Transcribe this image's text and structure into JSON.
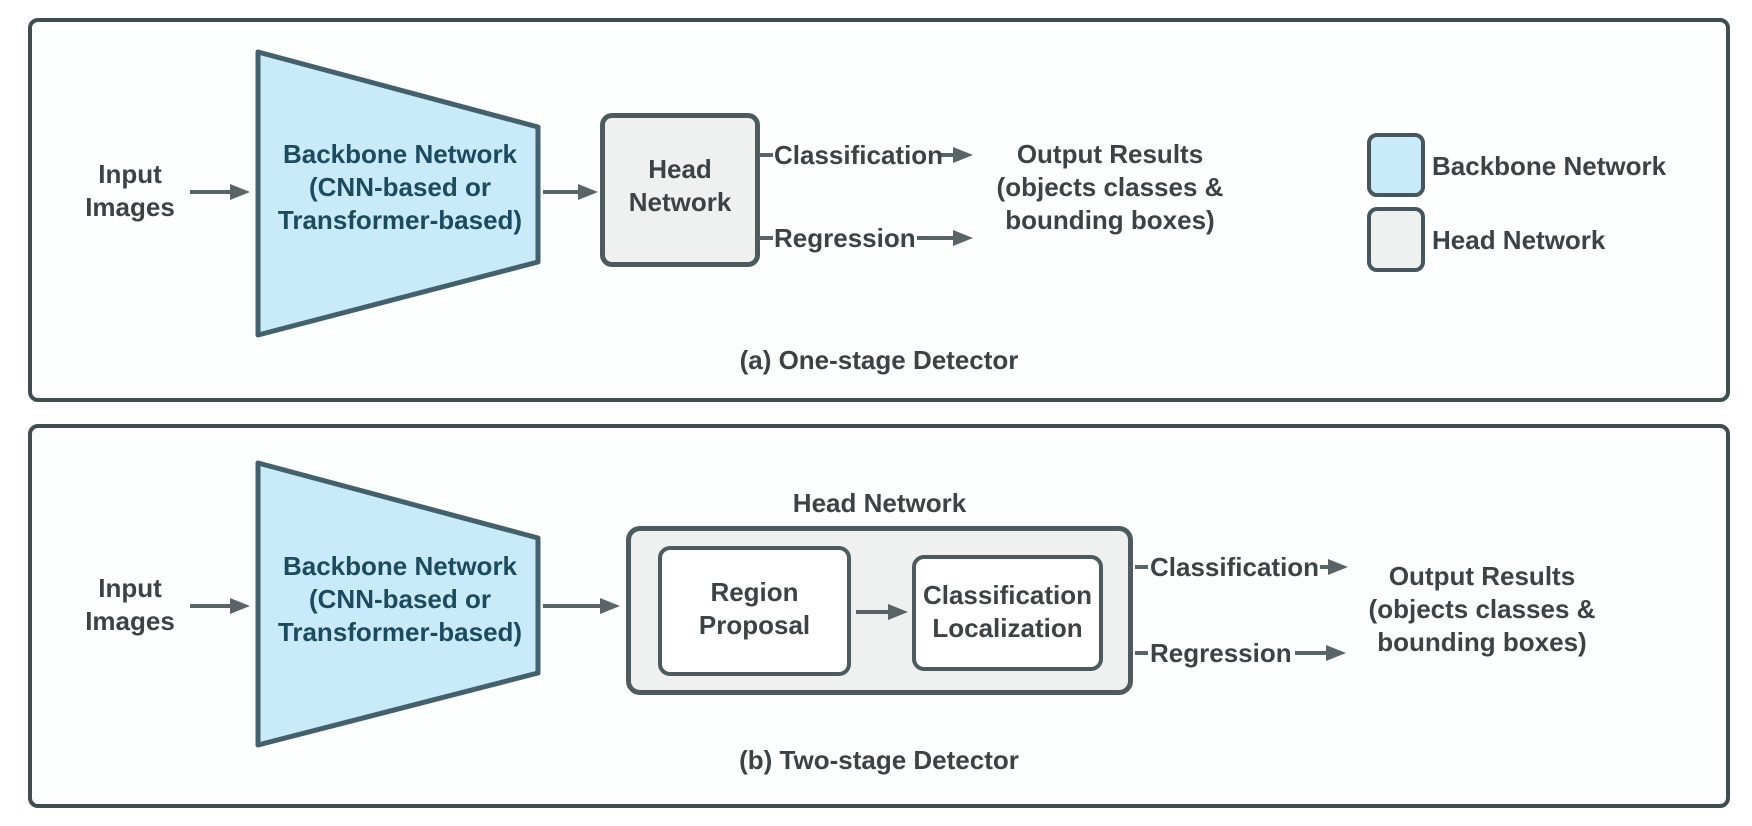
{
  "figure": {
    "panel_a": {
      "caption": "(a) One-stage Detector",
      "input_label": "Input\nImages",
      "backbone_label": "Backbone Network\n(CNN-based or\nTransformer-based)",
      "head_label": "Head\nNetwork",
      "classification_label": "Classification",
      "regression_label": "Regression",
      "output_label": "Output Results\n(objects classes &\nbounding boxes)",
      "legend": {
        "backbone": {
          "label": "Backbone Network",
          "swatch_color": "#c8eaf9"
        },
        "head": {
          "label": "Head Network",
          "swatch_color": "#eef1f0"
        }
      }
    },
    "panel_b": {
      "caption": "(b) Two-stage Detector",
      "input_label": "Input\nImages",
      "backbone_label": "Backbone Network\n(CNN-based or\nTransformer-based)",
      "head_title": "Head Network",
      "region_proposal_label": "Region\nProposal",
      "classification_localization_label": "Classification\nLocalization",
      "classification_label": "Classification",
      "regression_label": "Regression",
      "output_label": "Output Results\n(objects classes &\nbounding boxes)"
    },
    "colors": {
      "backbone_fill": "#c8eaf9",
      "head_fill": "#eef1f0",
      "box_stroke": "#49585e",
      "panel_border": "#414c4f",
      "arrow": "#5a6467",
      "text": "#3d4245",
      "backbone_text": "#1c4a5e"
    }
  }
}
